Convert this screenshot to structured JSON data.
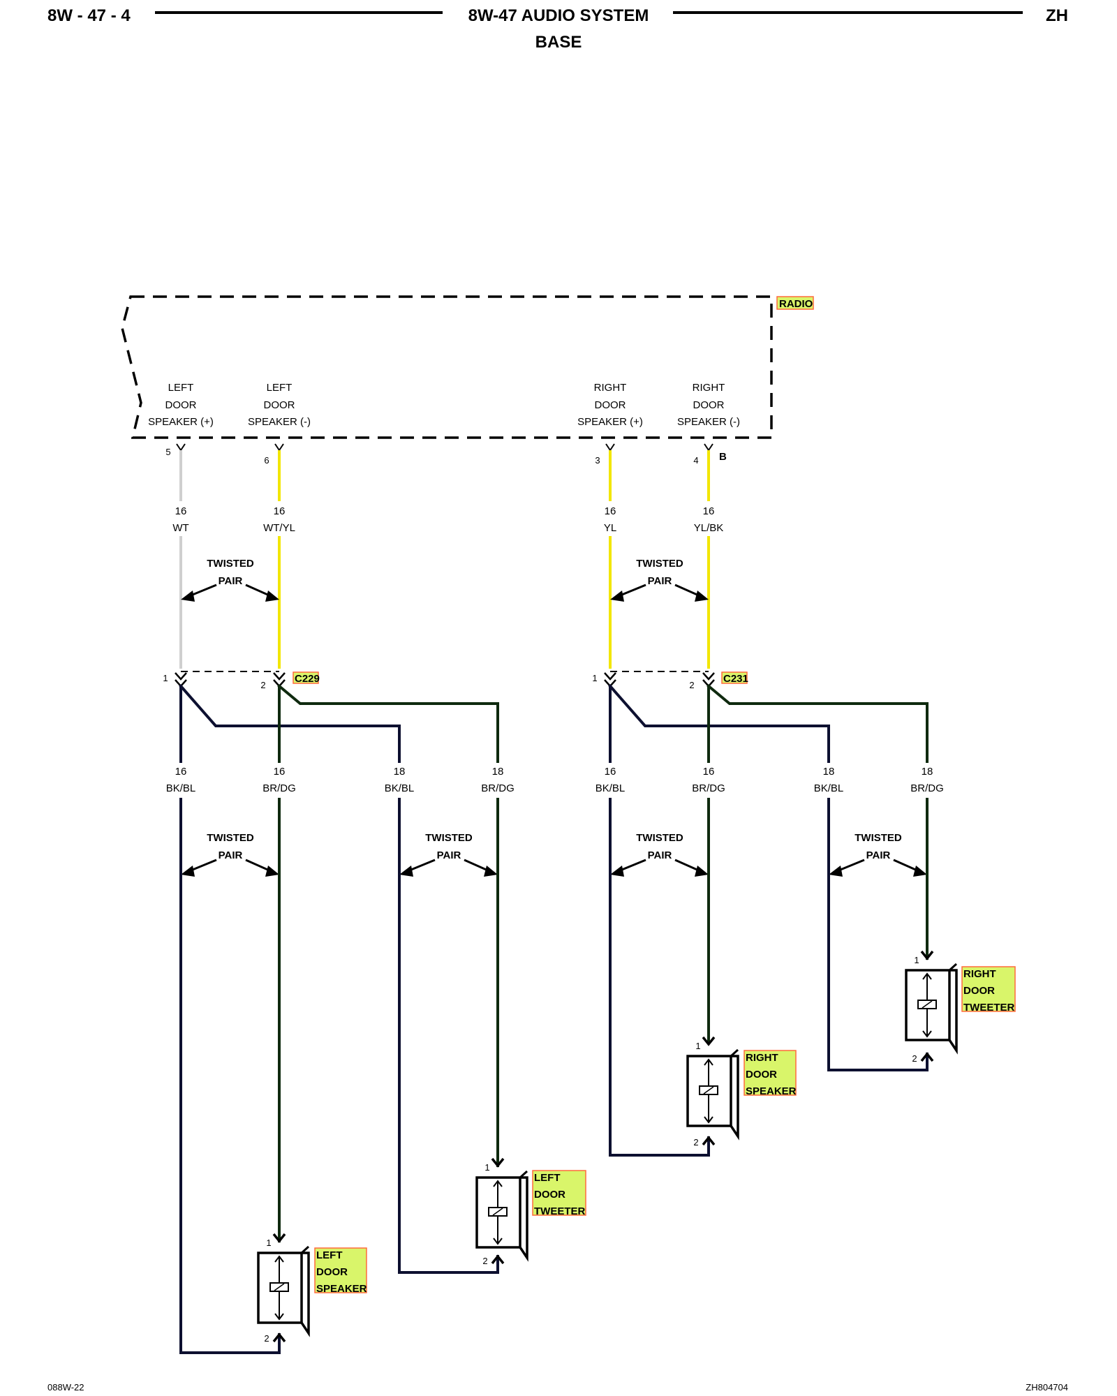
{
  "header": {
    "page_number": "8W - 47 - 4",
    "title": "8W-47 AUDIO SYSTEM",
    "subtitle": "BASE",
    "model_code": "ZH"
  },
  "footer": {
    "left_code": "088W-22",
    "right_code": "ZH804704"
  },
  "radio": {
    "name": "RADIO",
    "connector_label": "B",
    "terminals": [
      {
        "id": "lf_pos",
        "line1": "LEFT",
        "line2": "DOOR",
        "line3": "SPEAKER (+)",
        "cavity": "5",
        "gauge": "16",
        "color": "WT"
      },
      {
        "id": "lf_neg",
        "line1": "LEFT",
        "line2": "DOOR",
        "line3": "SPEAKER (-)",
        "cavity": "6",
        "gauge": "16",
        "color": "WT/YL"
      },
      {
        "id": "rf_pos",
        "line1": "RIGHT",
        "line2": "DOOR",
        "line3": "SPEAKER (+)",
        "cavity": "3",
        "gauge": "16",
        "color": "YL"
      },
      {
        "id": "rf_neg",
        "line1": "RIGHT",
        "line2": "DOOR",
        "line3": "SPEAKER (-)",
        "cavity": "4",
        "gauge": "16",
        "color": "YL/BK"
      }
    ]
  },
  "twisted_pair_label": {
    "line1": "TWISTED",
    "line2": "PAIR"
  },
  "connectors": [
    {
      "name": "C229",
      "pin_a": "1",
      "pin_b": "2"
    },
    {
      "name": "C231",
      "pin_a": "1",
      "pin_b": "2"
    }
  ],
  "lower_wires": [
    {
      "gauge": "16",
      "color": "BK/BL"
    },
    {
      "gauge": "16",
      "color": "BR/DG"
    },
    {
      "gauge": "18",
      "color": "BK/BL"
    },
    {
      "gauge": "18",
      "color": "BR/DG"
    },
    {
      "gauge": "16",
      "color": "BK/BL"
    },
    {
      "gauge": "16",
      "color": "BR/DG"
    },
    {
      "gauge": "18",
      "color": "BK/BL"
    },
    {
      "gauge": "18",
      "color": "BR/DG"
    }
  ],
  "components": [
    {
      "line1": "LEFT",
      "line2": "DOOR",
      "line3": "SPEAKER",
      "pin_top": "1",
      "pin_bottom": "2"
    },
    {
      "line1": "LEFT",
      "line2": "DOOR",
      "line3": "TWEETER",
      "pin_top": "1",
      "pin_bottom": "2"
    },
    {
      "line1": "RIGHT",
      "line2": "DOOR",
      "line3": "SPEAKER",
      "pin_top": "1",
      "pin_bottom": "2"
    },
    {
      "line1": "RIGHT",
      "line2": "DOOR",
      "line3": "TWEETER",
      "pin_top": "1",
      "pin_bottom": "2"
    }
  ],
  "colors": {
    "wire_white": "#cfcfcf",
    "wire_yellow": "#f2e600",
    "wire_black_blue": "#0d1030",
    "wire_brown_green": "#0f2a0f",
    "label_highlight": "#d9f56a",
    "label_border": "#ff6a3d"
  }
}
